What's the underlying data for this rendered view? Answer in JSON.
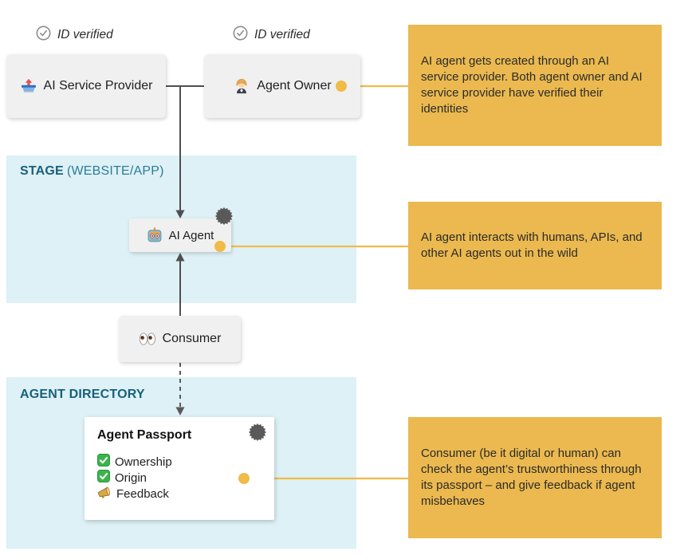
{
  "verified_badges": [
    {
      "label": "ID verified"
    },
    {
      "label": "ID verified"
    }
  ],
  "nodes": {
    "service_provider": {
      "label": "AI Service Provider",
      "icon": "outbox-tray-icon"
    },
    "agent_owner": {
      "label": "Agent Owner",
      "icon": "woman-office-worker-icon"
    },
    "ai_agent": {
      "label": "AI Agent",
      "icon": "robot-icon"
    },
    "consumer": {
      "label": "Consumer",
      "icon": "eyes-icon"
    }
  },
  "regions": {
    "stage": {
      "title": "STAGE",
      "subtitle": "(WEBSITE/APP)"
    },
    "directory": {
      "title": "AGENT DIRECTORY"
    }
  },
  "passport": {
    "title": "Agent Passport",
    "items": [
      {
        "icon": "check-mark-icon",
        "label": "Ownership"
      },
      {
        "icon": "check-mark-icon",
        "label": "Origin"
      },
      {
        "icon": "megaphone-icon",
        "label": "Feedback"
      }
    ]
  },
  "annotations": [
    {
      "text": "AI agent gets created through an AI service provider. Both agent owner and AI service provider have verified their identities"
    },
    {
      "text": "AI agent interacts with humans, APIs, and other AI agents out in the wild"
    },
    {
      "text": "Consumer (be it digital or human) can check the agent’s trustworthiness through its passport – and give feedback if agent misbehaves"
    }
  ],
  "colors": {
    "callout_bg": "#ebb94f",
    "connector_yellow": "#f0bc47",
    "region_bg": "#ddf1f6",
    "teal_heading": "#19607a",
    "teal_sub": "#2d7c98",
    "arrow_gray": "#4f4f4f",
    "badge_gray": "#595959",
    "node_bg": "#f0f0f0"
  }
}
